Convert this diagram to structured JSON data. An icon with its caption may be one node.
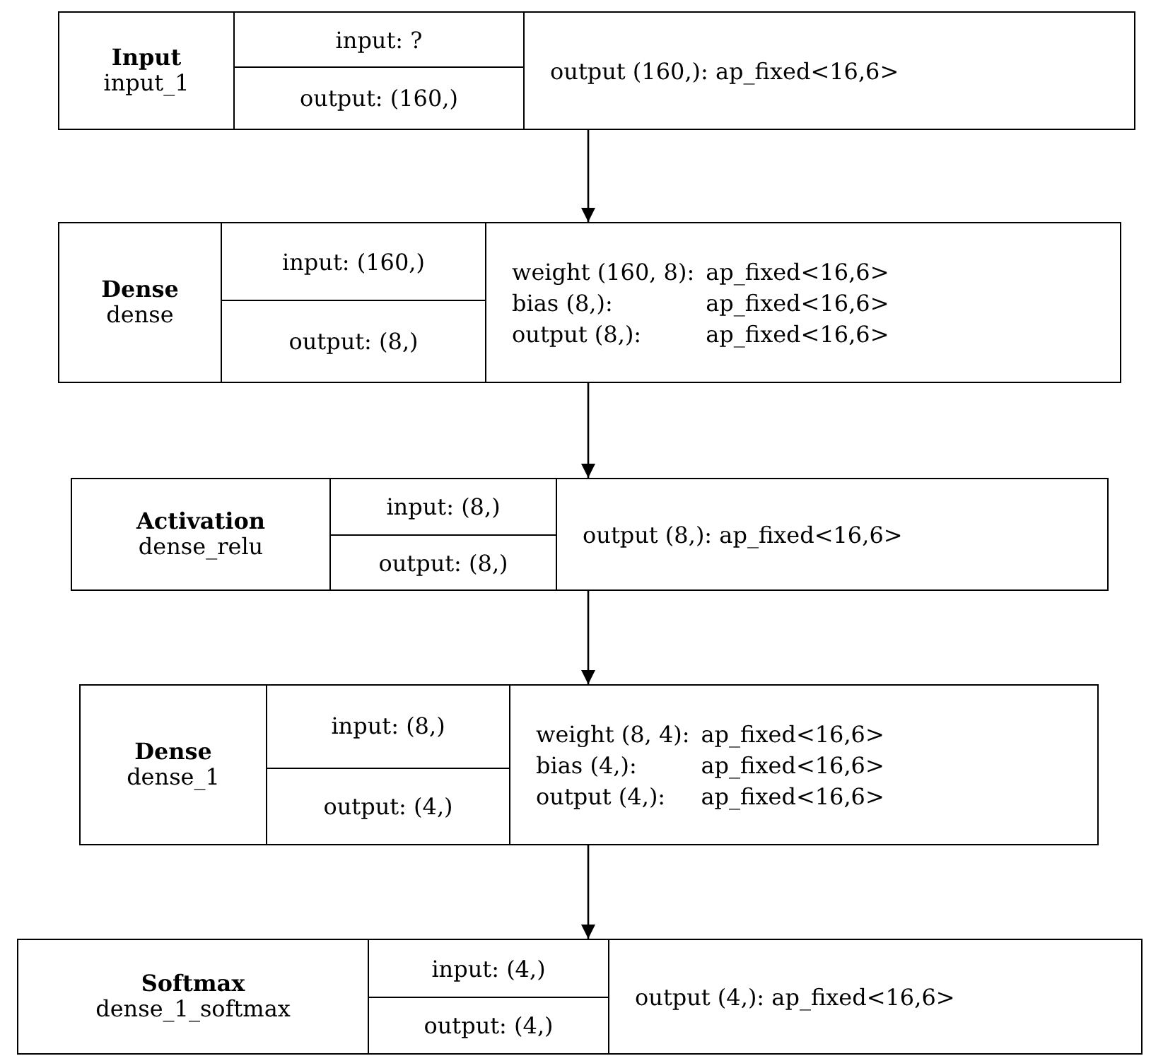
{
  "diagram": {
    "nodes": [
      {
        "text": [
          "Input",
          "input_1",
          "input: ?",
          "output: (160,)",
          "output (160,): ap_fixed<16,6>"
        ]
      },
      {
        "text": [
          "Dense",
          "dense",
          "input: (160,)",
          "output: (8,)",
          "weight (160, 8):",
          "ap_fixed<16,6>",
          "bias (8,):",
          "ap_fixed<16,6>",
          "output (8,):",
          "ap_fixed<16,6>"
        ]
      },
      {
        "text": [
          "Activation",
          "dense_relu",
          "input: (8,)",
          "output: (8,)",
          "output (8,): ap_fixed<16,6>"
        ]
      },
      {
        "text": [
          "Dense",
          "dense_1",
          "input: (8,)",
          "output: (4,)",
          "weight (8, 4):",
          "ap_fixed<16,6>",
          "bias (4,):",
          "ap_fixed<16,6>",
          "output (4,):",
          "ap_fixed<16,6>"
        ]
      },
      {
        "text": [
          "Softmax",
          "dense_1_softmax",
          "input: (4,)",
          "output: (4,)",
          "output (4,): ap_fixed<16,6>"
        ]
      }
    ],
    "edges": [
      {
        "from": 0,
        "to": 1,
        "arrow": "to"
      },
      {
        "from": 1,
        "to": 2,
        "arrow": "to"
      },
      {
        "from": 2,
        "to": 3,
        "arrow": "to"
      },
      {
        "from": 3,
        "to": 4,
        "arrow": "to"
      }
    ]
  }
}
